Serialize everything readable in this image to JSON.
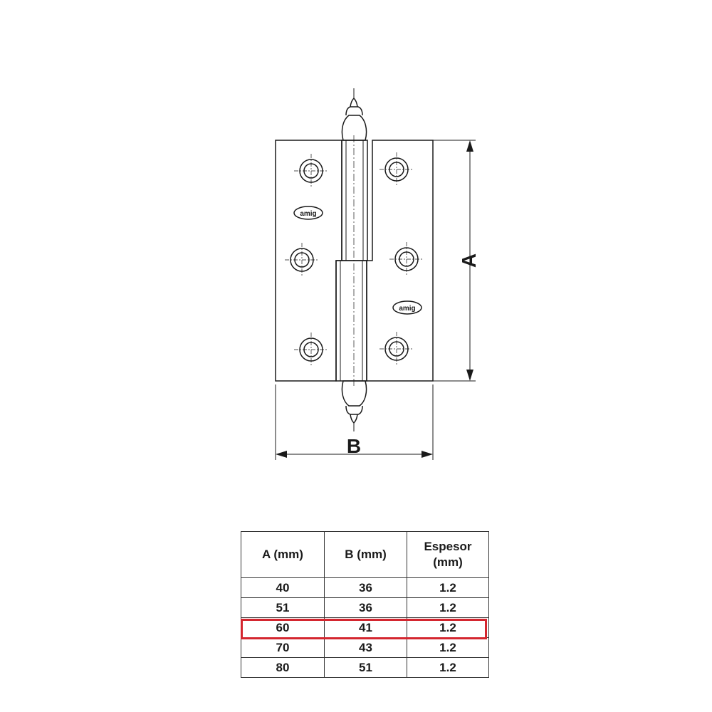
{
  "drawing": {
    "dim_a_label": "A",
    "dim_b_label": "B",
    "logo_text": "amig",
    "stroke_color": "#1a1a1a"
  },
  "table": {
    "headers": [
      "A (mm)",
      "B (mm)",
      "Espesor (mm)"
    ],
    "header_lines": [
      [
        "A (mm)"
      ],
      [
        "B (mm)"
      ],
      [
        "Espesor",
        "(mm)"
      ]
    ],
    "rows": [
      [
        "40",
        "36",
        "1.2"
      ],
      [
        "51",
        "36",
        "1.2"
      ],
      [
        "60",
        "41",
        "1.2"
      ],
      [
        "70",
        "43",
        "1.2"
      ],
      [
        "80",
        "51",
        "1.2"
      ]
    ],
    "highlighted_row": 2,
    "highlight_color": "#d4262f"
  }
}
